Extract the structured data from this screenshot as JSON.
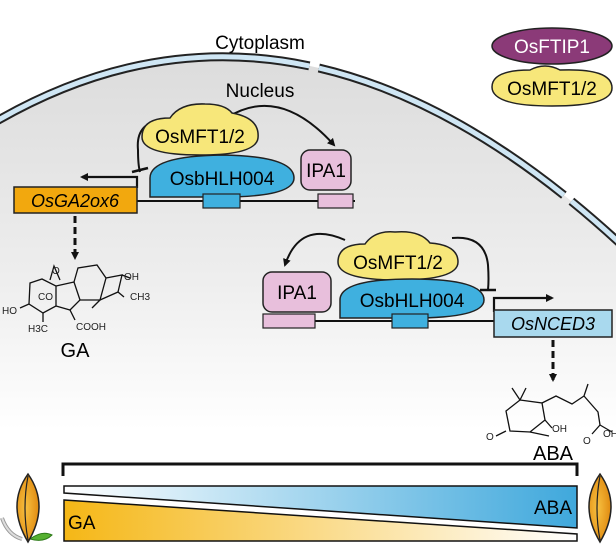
{
  "compartments": {
    "cytoplasm": "Cytoplasm",
    "nucleus": "Nucleus"
  },
  "cytoplasm_complex": {
    "top": "OsFTIP1",
    "bottom": "OsMFT1/2"
  },
  "left_module": {
    "mft": "OsMFT1/2",
    "bhlh": "OsbHLH004",
    "ipa": "IPA1",
    "gene": "OsGA2ox6",
    "product": "GA",
    "product_labels": [
      "O",
      "CO",
      "HO",
      "H3C",
      "COOH",
      "OH",
      "CH3"
    ]
  },
  "right_module": {
    "mft": "OsMFT1/2",
    "bhlh": "OsbHLH004",
    "ipa": "IPA1",
    "gene": "OsNCED3",
    "product": "ABA",
    "product_labels": [
      "OH",
      "O",
      "O",
      "OH"
    ]
  },
  "gradient": {
    "left_label": "GA",
    "right_label": "ABA"
  },
  "colors": {
    "mft": "#f7e77a",
    "bhlh": "#3fb0df",
    "ipa": "#e8bfdc",
    "ftip": "#8b3a78",
    "ga_gene": "#f2a80e",
    "aba_gene": "#a9d9ee",
    "membrane": "#cfe6f4",
    "seed": "#f0a21c"
  }
}
